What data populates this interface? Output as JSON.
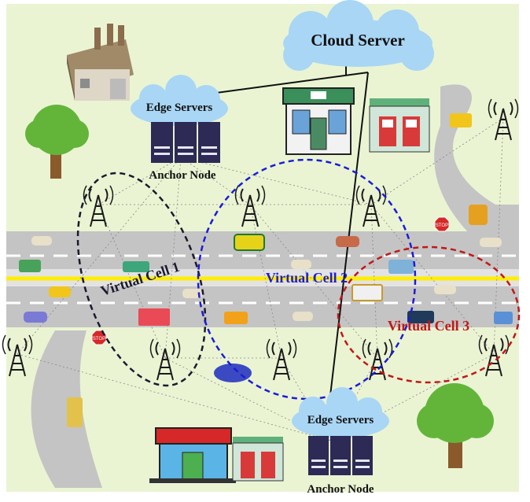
{
  "labels": {
    "cloud_server": "Cloud Server",
    "edge_servers_top": "Edge Servers",
    "edge_servers_bottom": "Edge Servers",
    "anchor_node_top": "Anchor Node",
    "anchor_node_bottom": "Anchor Node",
    "virtual_cell_1": "Virtual Cell 1",
    "virtual_cell_2": "Virtual Cell 2",
    "virtual_cell_3": "Virtual Cell 3",
    "stop_sign_top": "STOP",
    "stop_sign_left": "STOP"
  },
  "colors": {
    "background": "#eaf4d3",
    "road": "#c4c4c4",
    "road_center": "#ffee00",
    "cloud": "#a9d6f5",
    "cell1": "#1a1a2e",
    "cell2": "#1c1cd6",
    "cell3": "#c01818",
    "tree_foliage": "#63b53a",
    "tree_trunk": "#8a5a2b",
    "tower": "#1a1a1a"
  }
}
